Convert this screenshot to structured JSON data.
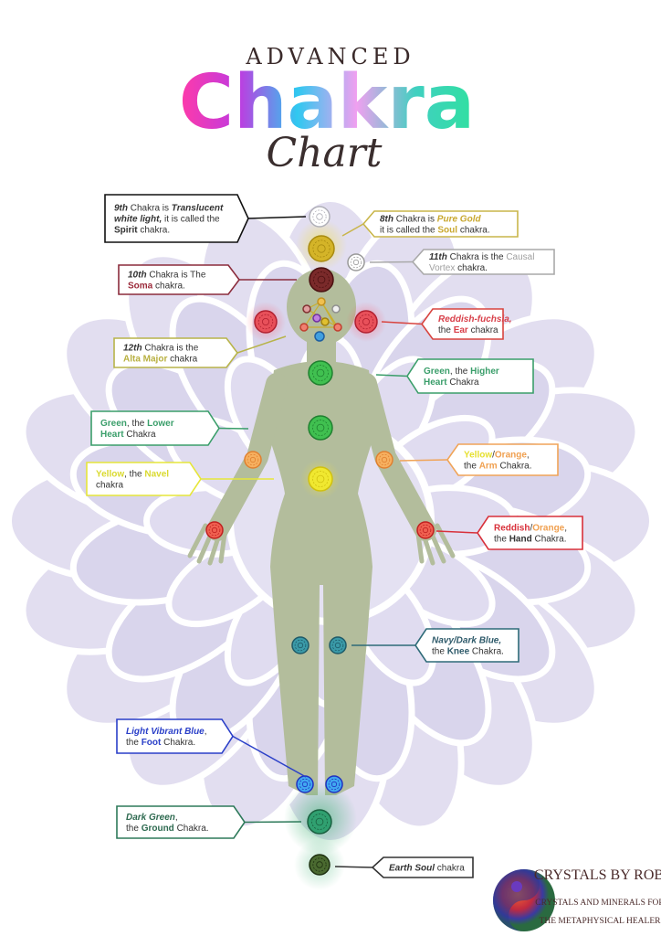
{
  "title": {
    "top": "ADVANCED",
    "main": "Chakra",
    "sub": "Chart"
  },
  "labels": [
    {
      "id": "spirit",
      "color": "#111111",
      "lines": [
        [
          {
            "t": "9th",
            "b": 1,
            "i": 1
          },
          {
            "t": " Chakra is "
          },
          {
            "t": "Translucent",
            "b": 1,
            "i": 1
          }
        ],
        [
          {
            "t": "white light,",
            "b": 1,
            "i": 1
          },
          {
            "t": " it is called the"
          }
        ],
        [
          {
            "t": "Spirit",
            "b": 1
          },
          {
            "t": " chakra."
          }
        ]
      ]
    },
    {
      "id": "soul",
      "color": "#c9b54a",
      "lines": [
        [
          {
            "t": "8th",
            "b": 1,
            "i": 1
          },
          {
            "t": " Chakra is "
          },
          {
            "t": "Pure Gold",
            "b": 1,
            "i": 1,
            "c": "#c9a830"
          }
        ],
        [
          {
            "t": "it is called the "
          },
          {
            "t": "Soul",
            "b": 1,
            "c": "#c9a830"
          },
          {
            "t": " chakra."
          }
        ]
      ]
    },
    {
      "id": "causal",
      "color": "#a9a9a9",
      "lines": [
        [
          {
            "t": "11th",
            "b": 1,
            "i": 1
          },
          {
            "t": " Chakra is the "
          },
          {
            "t": "Causal",
            "c": "#a0a0a0"
          }
        ],
        [
          {
            "t": "Vortex",
            "c": "#a0a0a0"
          },
          {
            "t": " chakra."
          }
        ]
      ]
    },
    {
      "id": "soma",
      "color": "#8b2c3c",
      "lines": [
        [
          {
            "t": "10th",
            "b": 1,
            "i": 1
          },
          {
            "t": " Chakra is The"
          }
        ],
        [
          {
            "t": "Soma",
            "b": 1,
            "c": "#9b2a3a"
          },
          {
            "t": " chakra."
          }
        ]
      ]
    },
    {
      "id": "alta-major",
      "color": "#b8b44a",
      "lines": [
        [
          {
            "t": "12th",
            "b": 1,
            "i": 1
          },
          {
            "t": " Chakra is the"
          }
        ],
        [
          {
            "t": "Alta Major",
            "b": 1,
            "c": "#b8b040"
          },
          {
            "t": " chakra"
          }
        ]
      ]
    },
    {
      "id": "ear",
      "color": "#d8443f",
      "lines": [
        [
          {
            "t": "Reddish-fuchsia,",
            "b": 1,
            "i": 1,
            "c": "#d8404a"
          }
        ],
        [
          {
            "t": "the "
          },
          {
            "t": "Ear",
            "b": 1,
            "c": "#d8404a"
          },
          {
            "t": " chakra"
          }
        ]
      ]
    },
    {
      "id": "higher-heart",
      "color": "#3a9e6a",
      "lines": [
        [
          {
            "t": "Green",
            "b": 1,
            "c": "#3a9e6a"
          },
          {
            "t": ", the "
          },
          {
            "t": "Higher",
            "b": 1,
            "c": "#3a9e6a"
          }
        ],
        [
          {
            "t": "Heart",
            "b": 1,
            "c": "#3a9e6a"
          },
          {
            "t": " Chakra"
          }
        ]
      ]
    },
    {
      "id": "lower-heart",
      "color": "#3a9e6a",
      "lines": [
        [
          {
            "t": "Green",
            "b": 1,
            "c": "#3a9e6a"
          },
          {
            "t": ", the "
          },
          {
            "t": "Lower",
            "b": 1,
            "c": "#3a9e6a"
          }
        ],
        [
          {
            "t": "Heart",
            "b": 1,
            "c": "#3a9e6a"
          },
          {
            "t": " Chakra"
          }
        ]
      ]
    },
    {
      "id": "navel",
      "color": "#e6e63a",
      "lines": [
        [
          {
            "t": "Yellow",
            "b": 1,
            "c": "#dada30"
          },
          {
            "t": ", the "
          },
          {
            "t": "Navel",
            "b": 1,
            "c": "#dada30"
          }
        ],
        [
          {
            "t": "chakra"
          }
        ]
      ]
    },
    {
      "id": "arm",
      "color": "#f0a458",
      "lines": [
        [
          {
            "t": "Yellow",
            "b": 1,
            "c": "#e6e030"
          },
          {
            "t": "/"
          },
          {
            "t": "Orange",
            "b": 1,
            "c": "#f0a050"
          },
          {
            "t": ","
          }
        ],
        [
          {
            "t": "the "
          },
          {
            "t": "Arm",
            "b": 1,
            "c": "#f0a050"
          },
          {
            "t": " Chakra."
          }
        ]
      ]
    },
    {
      "id": "hand",
      "color": "#d8303a",
      "lines": [
        [
          {
            "t": "Reddish",
            "b": 1,
            "c": "#d8303a"
          },
          {
            "t": "/"
          },
          {
            "t": "Orange",
            "b": 1,
            "c": "#f0a050"
          },
          {
            "t": ","
          }
        ],
        [
          {
            "t": "the "
          },
          {
            "t": "Hand",
            "b": 1
          },
          {
            "t": " Chakra."
          }
        ]
      ]
    },
    {
      "id": "knee",
      "color": "#2e6b78",
      "lines": [
        [
          {
            "t": "Navy/Dark Blue,",
            "b": 1,
            "i": 1,
            "c": "#2e5a6a"
          }
        ],
        [
          {
            "t": "the "
          },
          {
            "t": "Knee",
            "b": 1,
            "c": "#2e5a6a"
          },
          {
            "t": " Chakra."
          }
        ]
      ]
    },
    {
      "id": "foot",
      "color": "#2a3fc8",
      "lines": [
        [
          {
            "t": "Light Vibrant Blue",
            "b": 1,
            "i": 1,
            "c": "#2a3fc8"
          },
          {
            "t": ","
          }
        ],
        [
          {
            "t": "the "
          },
          {
            "t": "Foot",
            "b": 1,
            "c": "#2a3fc8"
          },
          {
            "t": " Chakra."
          }
        ]
      ]
    },
    {
      "id": "ground",
      "color": "#2e7a5a",
      "lines": [
        [
          {
            "t": "Dark Green",
            "b": 1,
            "i": 1,
            "c": "#2e6a50"
          },
          {
            "t": ","
          }
        ],
        [
          {
            "t": "the "
          },
          {
            "t": "Ground",
            "b": 1,
            "c": "#2e6a50"
          },
          {
            "t": " Chakra."
          }
        ]
      ]
    },
    {
      "id": "earth-soul",
      "color": "#333333",
      "lines": [
        [
          {
            "t": "Earth Soul",
            "b": 1,
            "i": 1
          },
          {
            "t": " chakra"
          }
        ]
      ]
    }
  ],
  "logo": {
    "name": "CRYSTALS BY ROB",
    "tagline_1": "CRYSTALS AND MINERALS FOR",
    "tagline_2": "THE METAPHYSICAL HEALER"
  }
}
